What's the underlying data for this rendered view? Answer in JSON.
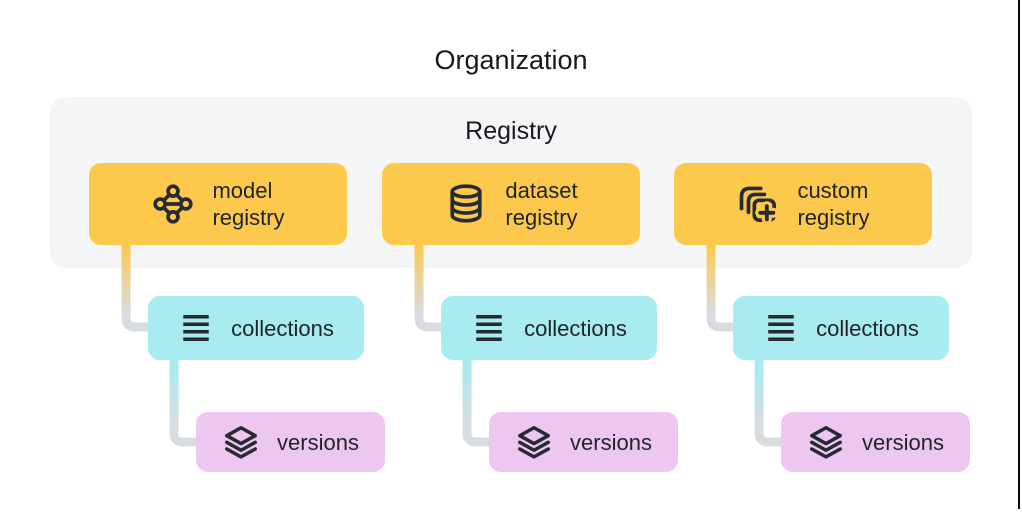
{
  "title": "Organization",
  "panel": {
    "label": "Registry"
  },
  "columns": [
    {
      "registry_line1": "model",
      "registry_line2": "registry",
      "registry_icon": "model-graph-icon",
      "collections_label": "collections",
      "versions_label": "versions"
    },
    {
      "registry_line1": "dataset",
      "registry_line2": "registry",
      "registry_icon": "database-icon",
      "collections_label": "collections",
      "versions_label": "versions"
    },
    {
      "registry_line1": "custom",
      "registry_line2": "registry",
      "registry_icon": "copy-plus-icon",
      "collections_label": "collections",
      "versions_label": "versions"
    }
  ],
  "colors": {
    "registry_node": "#FCC94D",
    "collections_node": "#A8EBF0",
    "versions_node": "#EDC7F2",
    "panel_background": "#F4F5F7",
    "connector_gray": "#D8DCE0",
    "icon_dark": "#262B33"
  }
}
